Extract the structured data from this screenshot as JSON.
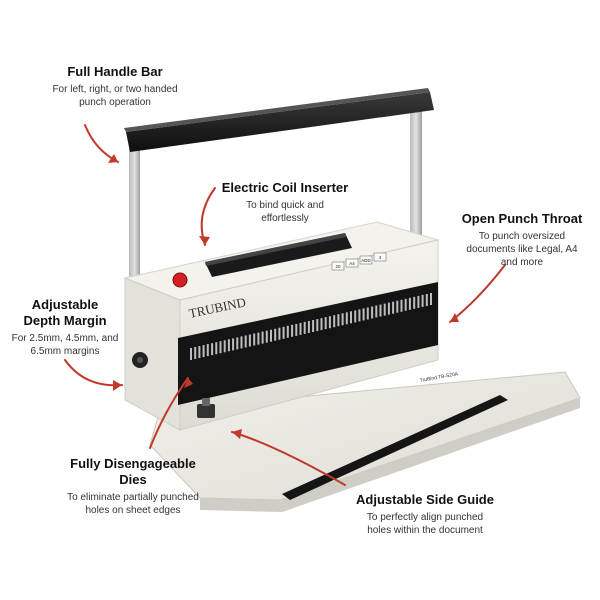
{
  "brand": {
    "logo": "TRUBIND"
  },
  "machine_labels": {
    "size_buttons": [
      "20",
      "A4",
      "ADD",
      "4"
    ],
    "small_label": "TruBind TB-S20A"
  },
  "callouts": {
    "handle": {
      "title": "Full Handle Bar",
      "desc": "For left, right, or two handed punch operation"
    },
    "coil": {
      "title": "Electric Coil Inserter",
      "desc": "To bind quick and effortlessly"
    },
    "throat": {
      "title": "Open Punch Throat",
      "desc": "To punch oversized documents like Legal, A4 and more"
    },
    "depth": {
      "title": "Adjustable Depth Margin",
      "desc": "For 2.5mm, 4.5mm, and 6.5mm margins"
    },
    "dies": {
      "title": "Fully Disengageable Dies",
      "desc": "To eliminate partially punched holes on sheet edges"
    },
    "guide": {
      "title": "Adjustable Side Guide",
      "desc": "To perfectly align punched holes within the document"
    }
  },
  "colors": {
    "arrow": "#c0392b",
    "body": "#ecebe4",
    "dark": "#1c1c1c",
    "accent_button": "#d32020"
  }
}
